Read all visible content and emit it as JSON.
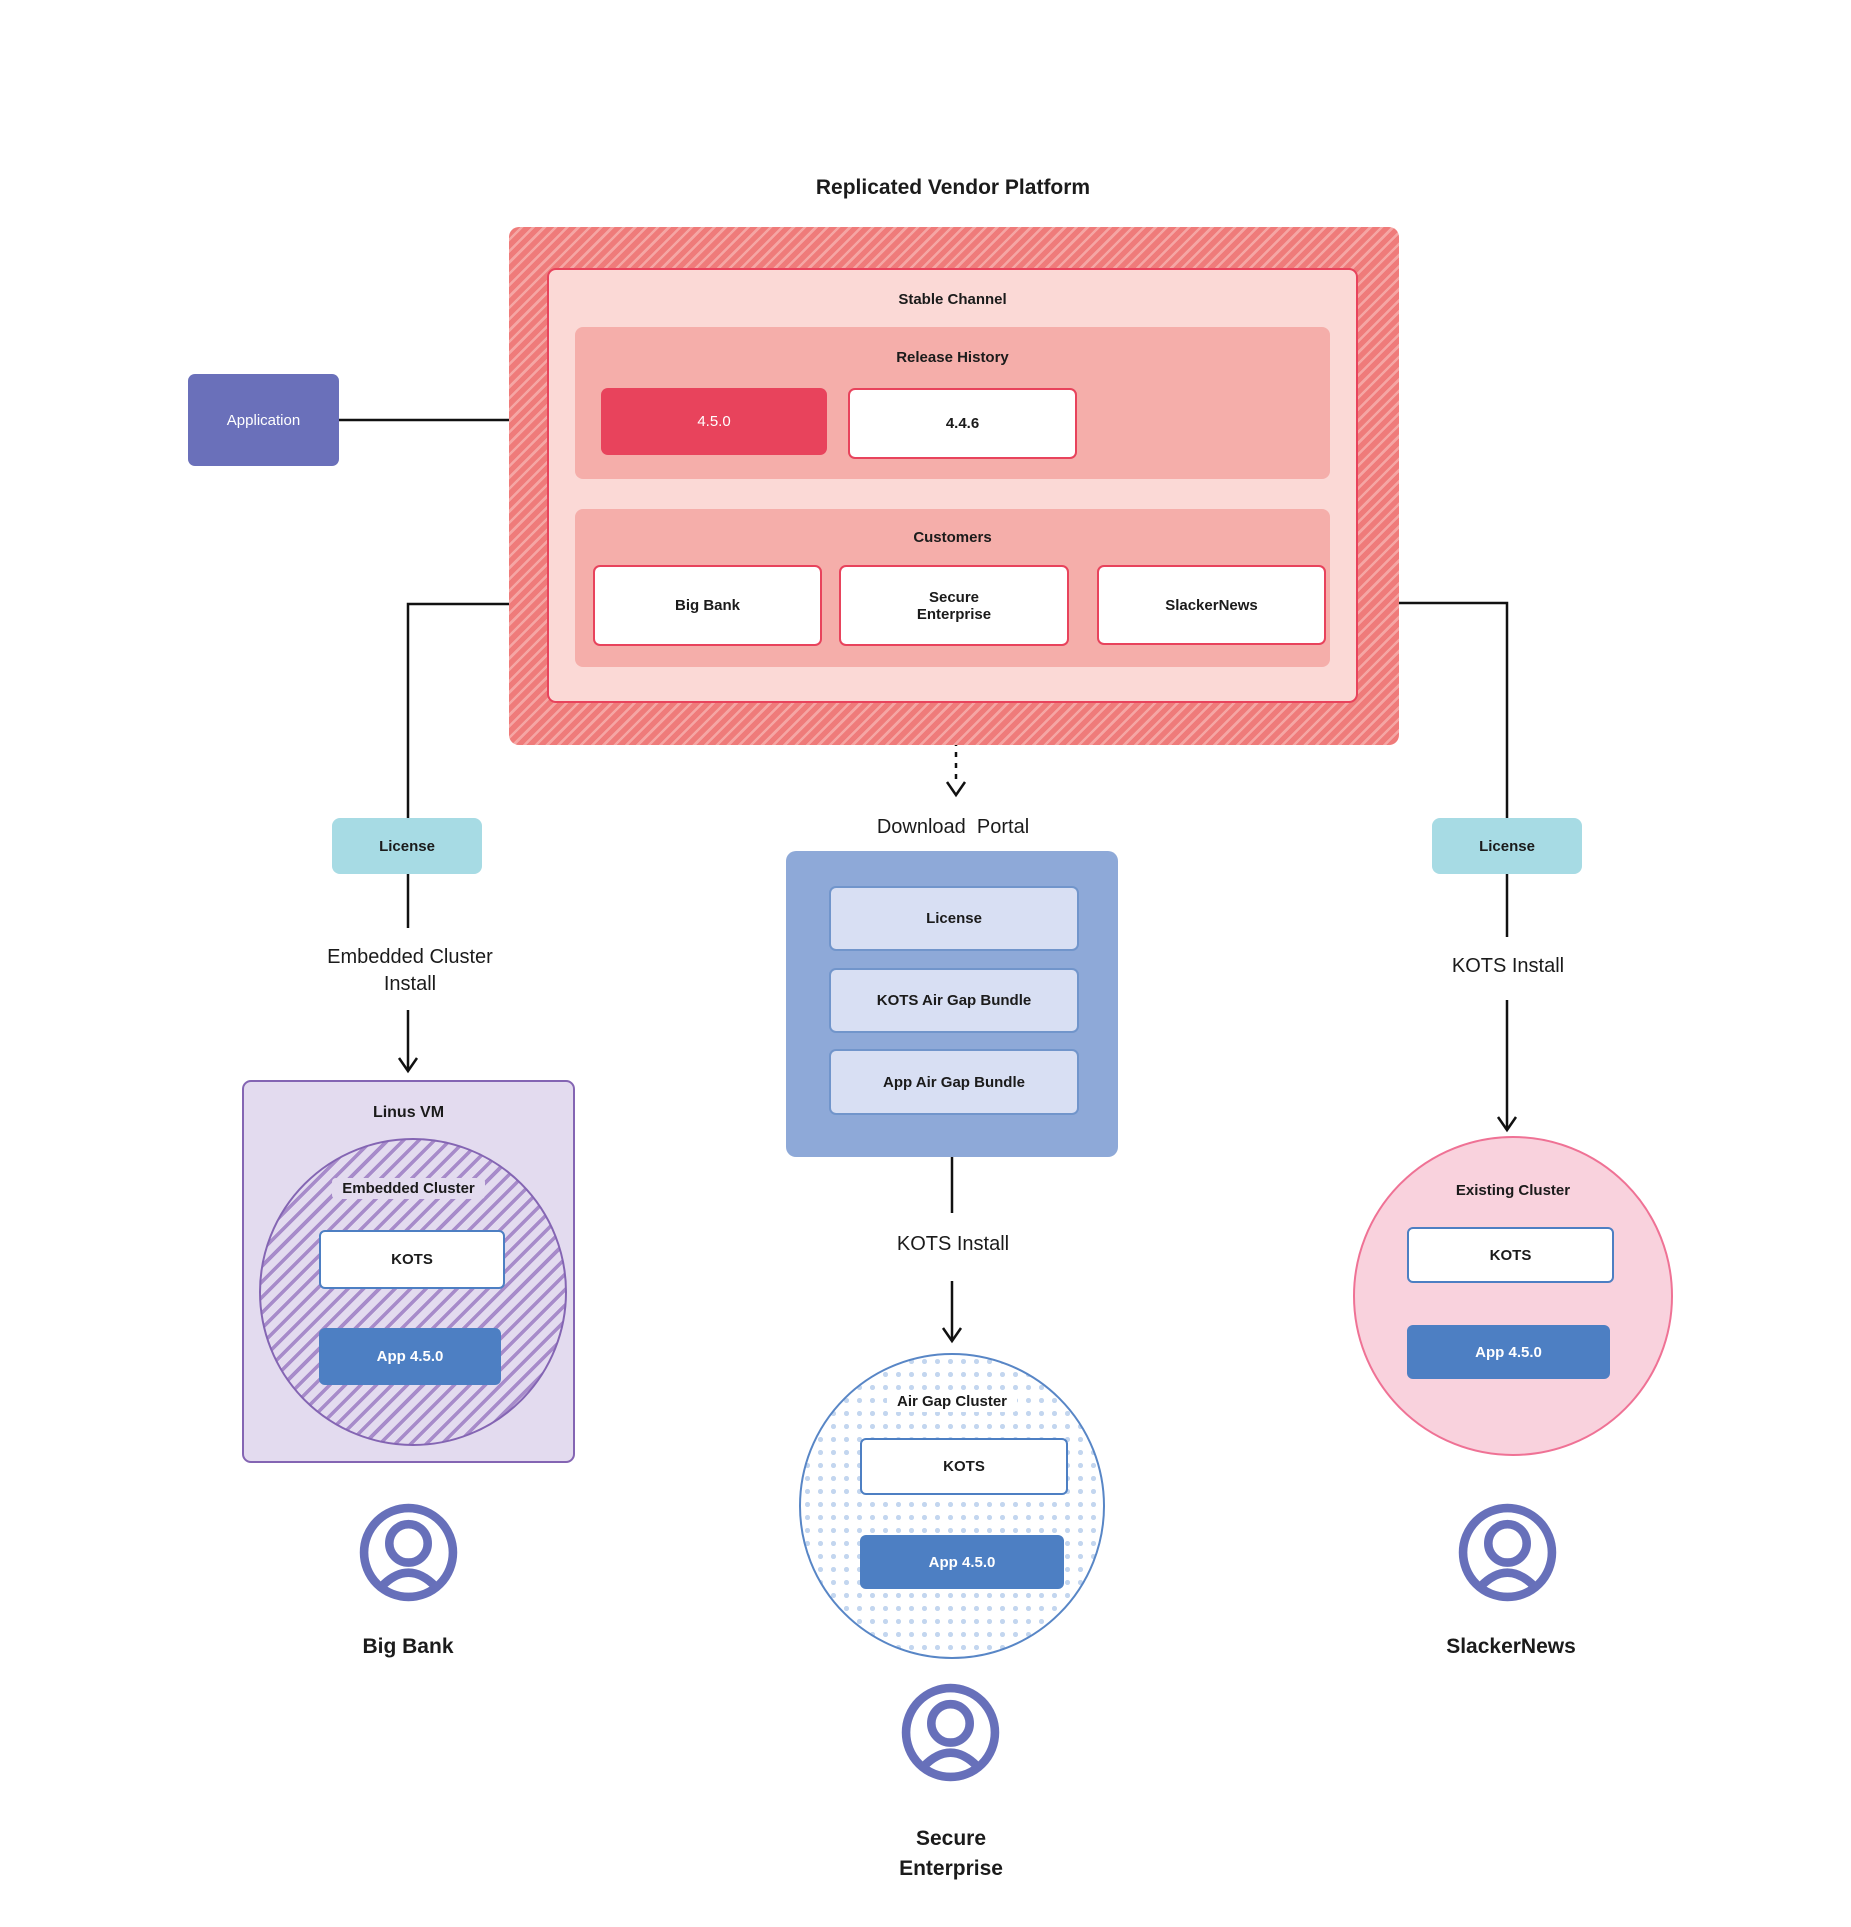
{
  "title": "Replicated Vendor Platform",
  "colors": {
    "red_accent": "#e8435c",
    "salmon": "#ef7b7a",
    "hatch_stripe": "#f5a6a4",
    "panel_pink": "#fbd9d6",
    "row_pink": "#f5aeaa",
    "indigo": "#6a70ba",
    "cyan": "#a7dbe4",
    "portal_blue": "#8ea9d8",
    "portal_item_fill": "#d8dff3",
    "portal_item_border": "#7195cb",
    "app_blue": "#4d7fc3",
    "kots_border": "#4d7fc3",
    "purple_fill": "#e3dbef",
    "purple_stripe": "#a78bca",
    "purple_border": "#8465b3",
    "airgap_border": "#5886c6",
    "airgap_dot": "#c3d6ef",
    "pink_fill": "#f9d2dd",
    "pink_border": "#ef7295",
    "person": "#6770ba",
    "line": "#111111"
  },
  "application": {
    "label": "Application"
  },
  "platform": {
    "stable_channel_label": "Stable Channel",
    "release_history_label": "Release History",
    "releases": [
      {
        "version": "4.5.0",
        "highlighted": true
      },
      {
        "version": "4.4.6",
        "highlighted": false
      }
    ],
    "customers_label": "Customers",
    "customers": [
      {
        "name": "Big Bank"
      },
      {
        "name": "Secure Enterprise"
      },
      {
        "name": "SlackerNews"
      }
    ]
  },
  "left_branch": {
    "license_label": "License",
    "install_line1": "Embedded Cluster",
    "install_line2": "Install",
    "vm_label": "Linus VM",
    "cluster_label": "Embedded Cluster",
    "kots_label": "KOTS",
    "app_label": "App 4.5.0",
    "user_label": "Big Bank"
  },
  "middle_branch": {
    "portal_title": "Download  Portal",
    "portal_items": [
      {
        "label": "License"
      },
      {
        "label": "KOTS Air Gap Bundle"
      },
      {
        "label": "App Air Gap Bundle"
      }
    ],
    "install_label": "KOTS Install",
    "cluster_label": "Air Gap Cluster",
    "kots_label": "KOTS",
    "app_label": "App 4.5.0",
    "user_line1": "Secure",
    "user_line2": "Enterprise"
  },
  "right_branch": {
    "license_label": "License",
    "install_label": "KOTS Install",
    "cluster_label": "Existing Cluster",
    "kots_label": "KOTS",
    "app_label": "App 4.5.0",
    "user_label": "SlackerNews"
  }
}
